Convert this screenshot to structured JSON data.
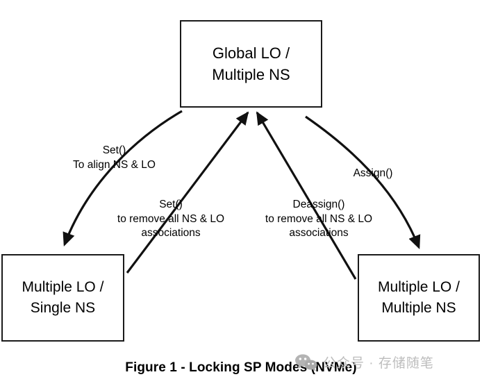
{
  "figure": {
    "caption": "Figure 1 - Locking SP Modes (NVMe)",
    "background_color": "#ffffff",
    "stroke_color": "#1a1a1a"
  },
  "nodes": [
    {
      "id": "global-lo-multiple-ns",
      "line1": "Global LO /",
      "line2": "Multiple NS"
    },
    {
      "id": "multiple-lo-single-ns",
      "line1": "Multiple LO /",
      "line2": "Single NS"
    },
    {
      "id": "multiple-lo-multiple-ns",
      "line1": "Multiple LO /",
      "line2": "Multiple NS"
    }
  ],
  "edge_labels": [
    {
      "id": "set-align",
      "line1": "Set()",
      "line2": "To align NS & LO",
      "line3": ""
    },
    {
      "id": "set-remove",
      "line1": "Set()",
      "line2": "to remove all NS & LO",
      "line3": "associations"
    },
    {
      "id": "deassign-remove",
      "line1": "Deassign()",
      "line2": "to remove all NS & LO",
      "line3": "associations"
    },
    {
      "id": "assign",
      "line1": "Assign()",
      "line2": "",
      "line3": ""
    }
  ],
  "watermark": {
    "icon": "wechat-icon",
    "text": "公众号 · 存储随笔",
    "color": "#bdbdbd"
  }
}
